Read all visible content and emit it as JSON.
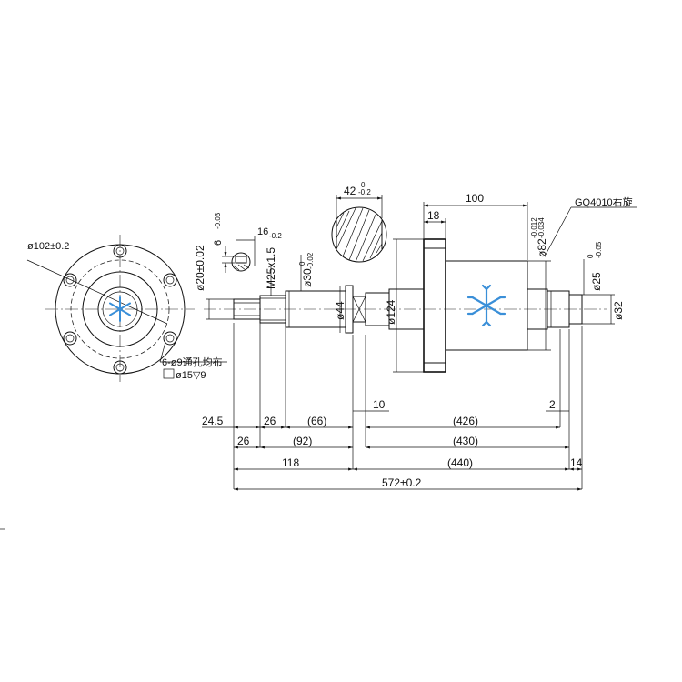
{
  "colors": {
    "line": "#111111",
    "logo": "#3a8fd8",
    "background": "#ffffff"
  },
  "logo": {
    "icon": "snowflake-icon"
  },
  "flange_view": {
    "diameter": "ø102±0.2",
    "holes": "6-ø9通孔均布",
    "counterbore": "ø15▽9"
  },
  "key_section": {
    "width": "6",
    "width_tol": "-0.03",
    "length": "16",
    "length_tol": "-0.2"
  },
  "nut_section": {
    "width": "42",
    "tol_upper": "0",
    "tol_lower": "-0.2"
  },
  "shaft_labels": {
    "d20": "ø20±0.02",
    "m25": "M25x1.5",
    "d30": "ø30",
    "d30_tol_upper": "0",
    "d30_tol_lower": "-0.02",
    "d44": "ø44",
    "d124": "ø124",
    "d82": "ø82",
    "d82_tol_upper": "-0.012",
    "d82_tol_lower": "-0.034",
    "d25": "ø25",
    "d25_tol_upper": "0",
    "d25_tol_lower": "-0.05",
    "d32": "ø32"
  },
  "model": {
    "label": "GQ4010右旋"
  },
  "top_dims": {
    "nut_length": "100",
    "flange_thickness": "18"
  },
  "dimensions": {
    "d24_5": "24.5",
    "d26a": "26",
    "d66": "(66)",
    "d10": "10",
    "d426": "(426)",
    "d2": "2",
    "d26b": "26",
    "d92": "(92)",
    "d430": "(430)",
    "d118": "118",
    "d440": "(440)",
    "d14": "14",
    "total": "572±0.2"
  }
}
